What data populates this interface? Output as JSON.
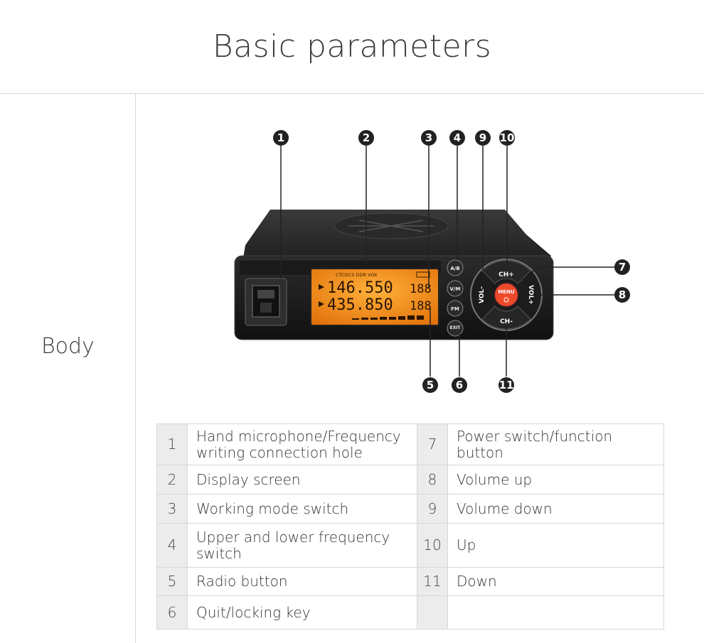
{
  "page": {
    "title": "Basic parameters",
    "section_label": "Body"
  },
  "device": {
    "callout_numbers": [
      "1",
      "2",
      "3",
      "4",
      "9",
      "10",
      "7",
      "8",
      "5",
      "6",
      "11"
    ],
    "screen": {
      "status_line": "CTCDCS DDR VOX",
      "freq_upper": "146.550",
      "freq_lower": "435.850",
      "channel_upper": "188",
      "channel_lower": "188"
    },
    "buttons": {
      "ab": "A/B",
      "vm": "V/M",
      "fm": "FM",
      "exit": "EXIT",
      "menu": "MENU",
      "ch_up": "CH+",
      "ch_down": "CH-",
      "vol_down": "VOL-",
      "vol_up": "VOL+"
    }
  },
  "table": {
    "rows": [
      {
        "left_num": "1",
        "left_text": "Hand microphone/Frequency writing connection hole",
        "right_num": "7",
        "right_text": "Power switch/function button"
      },
      {
        "left_num": "2",
        "left_text": "Display screen",
        "right_num": "8",
        "right_text": "Volume up"
      },
      {
        "left_num": "3",
        "left_text": "Working mode switch",
        "right_num": "9",
        "right_text": "Volume down"
      },
      {
        "left_num": "4",
        "left_text": "Upper and lower frequency switch",
        "right_num": "10",
        "right_text": "Up"
      },
      {
        "left_num": "5",
        "left_text": "Radio button",
        "right_num": "11",
        "right_text": "Down"
      },
      {
        "left_num": "6",
        "left_text": "Quit/locking key",
        "right_num": "",
        "right_text": ""
      }
    ]
  }
}
